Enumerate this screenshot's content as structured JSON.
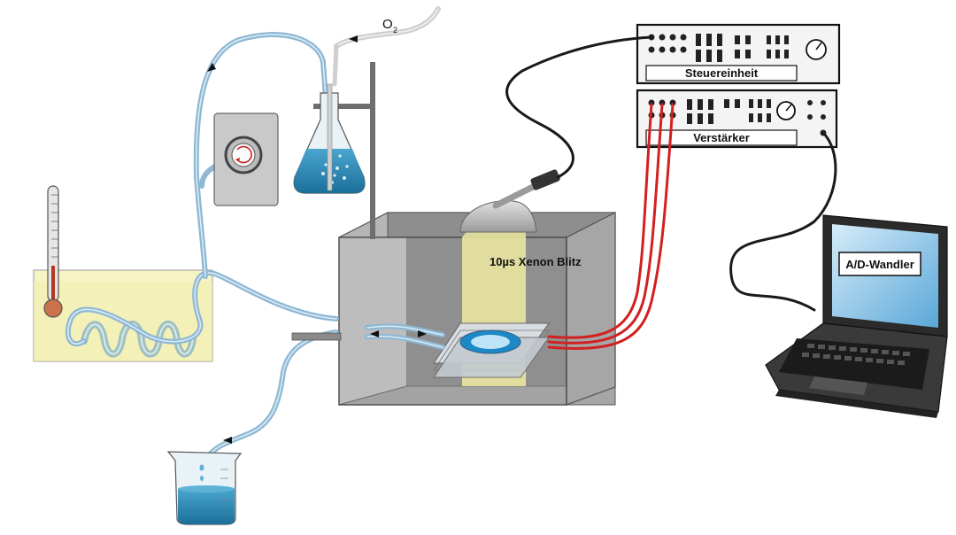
{
  "labels": {
    "oxygen_main": "O",
    "oxygen_sub": "2",
    "control_unit": "Steuereinheit",
    "amplifier": "Verstärker",
    "flash": "10µs Xenon Blitz",
    "converter": "A/D-Wandler"
  },
  "colors": {
    "tube_blue": "#8fb8d4",
    "liquid_blue": "#2a86b0",
    "signal_red": "#d32020",
    "cable_black": "#1a1a1a",
    "flash_yellow": "#e9e6a6",
    "bath_yellow": "#f6f3c4",
    "box_gray": "#a8a8a8"
  }
}
